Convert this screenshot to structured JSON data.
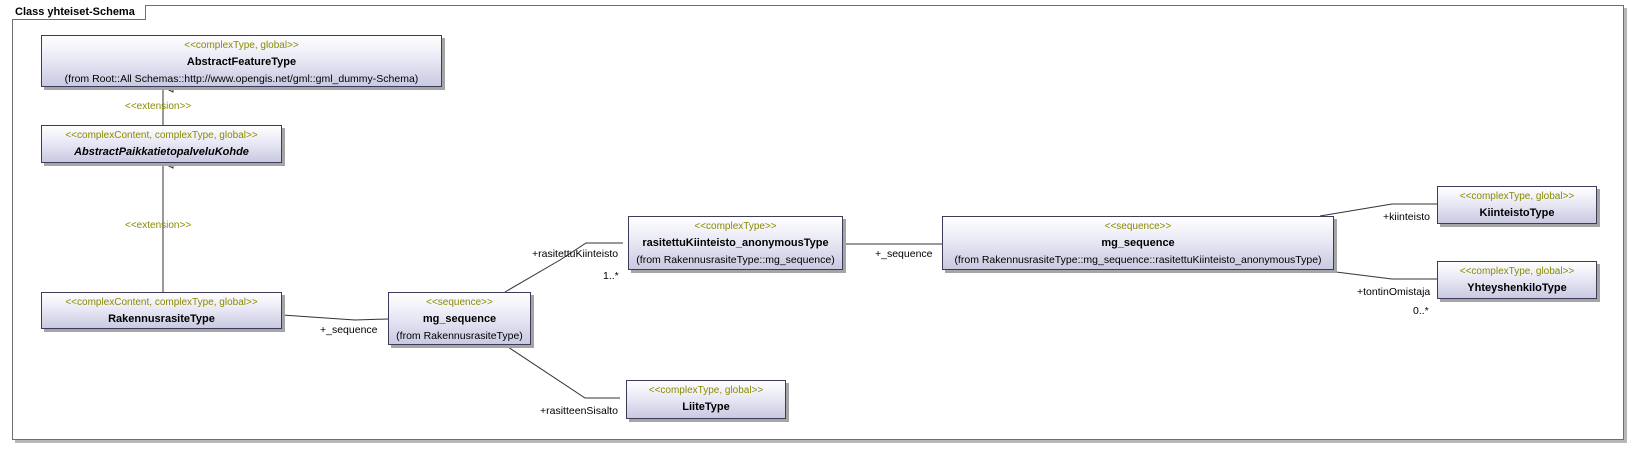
{
  "diagram": {
    "frame_title": "Class yhteiset-Schema",
    "classes": {
      "abstract_feature": {
        "stereotype": "<<complexType, global>>",
        "name": "AbstractFeatureType",
        "from": "(from Root::All Schemas::http://www.opengis.net/gml::gml_dummy-Schema)"
      },
      "abstract_paikka": {
        "stereotype": "<<complexContent, complexType, global>>",
        "name": "AbstractPaikkatietopalveluKohde"
      },
      "rakennusrasite": {
        "stereotype": "<<complexContent, complexType, global>>",
        "name": "RakennusrasiteType"
      },
      "mg_sequence_1": {
        "stereotype": "<<sequence>>",
        "name": "mg_sequence",
        "from": "(from RakennusrasiteType)"
      },
      "rasitettu_anon": {
        "stereotype": "<<complexType>>",
        "name": "rasitettuKiinteisto_anonymousType",
        "from": "(from RakennusrasiteType::mg_sequence)"
      },
      "mg_sequence_2": {
        "stereotype": "<<sequence>>",
        "name": "mg_sequence",
        "from": "(from RakennusrasiteType::mg_sequence::rasitettuKiinteisto_anonymousType)"
      },
      "kiinteisto": {
        "stereotype": "<<complexType, global>>",
        "name": "KiinteistoType"
      },
      "yhteyshenkilo": {
        "stereotype": "<<complexType, global>>",
        "name": "YhteyshenkiloType"
      },
      "liite": {
        "stereotype": "<<complexType, global>>",
        "name": "LiiteType"
      }
    },
    "extension_labels": [
      "<<extension>>",
      "<<extension>>"
    ],
    "association_labels": {
      "seq1": "+_sequence",
      "rasitettu": "+rasitettuKiinteisto",
      "rasitettu_mult": "1..*",
      "seq2": "+_sequence",
      "kiinteisto": "+kiinteisto",
      "tontin": "+tontinOmistaja",
      "tontin_mult": "0..*",
      "rasitteen": "+rasitteenSisalto"
    }
  }
}
